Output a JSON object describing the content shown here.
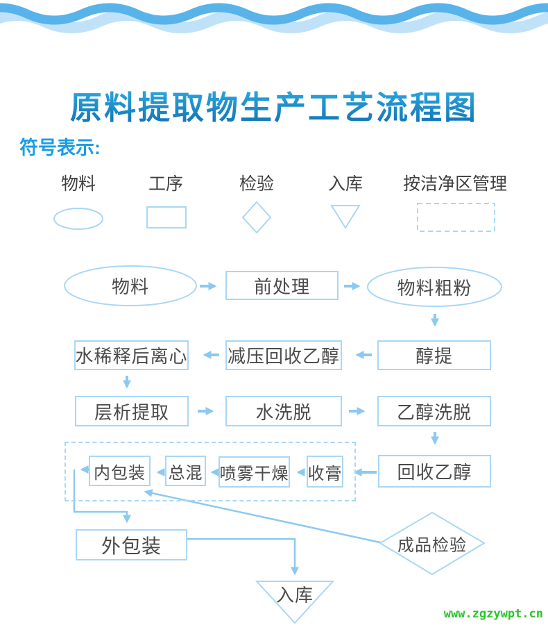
{
  "title": "原料提取物生产工艺流程图",
  "legend": {
    "heading": "符号表示:",
    "items": [
      {
        "label": "物料",
        "shape": "ellipse"
      },
      {
        "label": "工序",
        "shape": "rect"
      },
      {
        "label": "检验",
        "shape": "diamond"
      },
      {
        "label": "入库",
        "shape": "triangle-down"
      },
      {
        "label": "按洁净区管理",
        "shape": "dashed-rect"
      }
    ]
  },
  "flow": {
    "material": "物料",
    "pretreatment": "前处理",
    "coarse_powder": "物料粗粉",
    "alcohol_extraction": "醇提",
    "vacuum_recovery": "减压回收乙醇",
    "water_dilution_centrifuge": "水稀释后离心",
    "chromatography": "层析提取",
    "water_elution": "水洗脱",
    "ethanol_elution": "乙醇洗脱",
    "recover_ethanol": "回收乙醇",
    "collect_paste": "收膏",
    "spray_drying": "喷雾干燥",
    "total_mixing": "总混",
    "inner_packaging": "内包装",
    "outer_packaging": "外包装",
    "finished_inspection": "成品检验",
    "warehousing": "入库"
  },
  "edges": [
    {
      "from": "material",
      "to": "pretreatment"
    },
    {
      "from": "pretreatment",
      "to": "coarse_powder"
    },
    {
      "from": "coarse_powder",
      "to": "alcohol_extraction"
    },
    {
      "from": "alcohol_extraction",
      "to": "vacuum_recovery"
    },
    {
      "from": "vacuum_recovery",
      "to": "water_dilution_centrifuge"
    },
    {
      "from": "water_dilution_centrifuge",
      "to": "chromatography"
    },
    {
      "from": "chromatography",
      "to": "water_elution"
    },
    {
      "from": "water_elution",
      "to": "ethanol_elution"
    },
    {
      "from": "ethanol_elution",
      "to": "recover_ethanol"
    },
    {
      "from": "recover_ethanol",
      "to": "collect_paste"
    },
    {
      "from": "collect_paste",
      "to": "spray_drying"
    },
    {
      "from": "spray_drying",
      "to": "total_mixing"
    },
    {
      "from": "total_mixing",
      "to": "inner_packaging"
    },
    {
      "from": "inner_packaging",
      "to": "outer_packaging"
    },
    {
      "from": "finished_inspection",
      "to": "inner_packaging"
    },
    {
      "from": "outer_packaging",
      "to": "warehousing"
    }
  ],
  "watermark": "www.zgzywpt.cn",
  "colors": {
    "accent_blue": "#1b9ce3",
    "title_gradient_top": "#2fb0e6",
    "title_gradient_bottom": "#0f6fb2",
    "shape_stroke": "#a9d7f5",
    "arrow": "#8bc9f0",
    "node_text": "#4a4a4a",
    "wave_medium": "#57b3e9",
    "wave_light": "#bfe2f8",
    "watermark_green": "#2bc42b"
  }
}
